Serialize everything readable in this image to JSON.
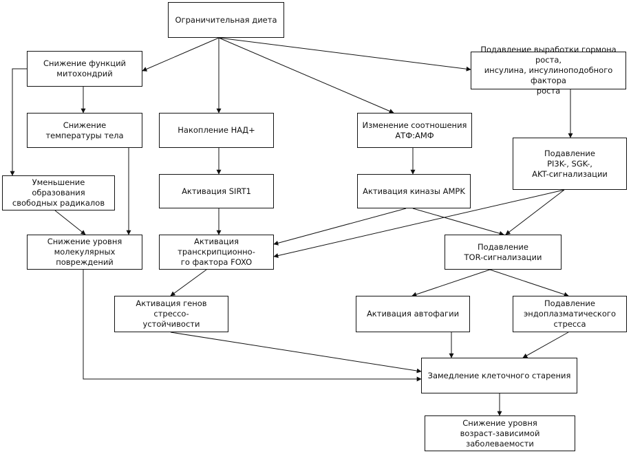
{
  "nodes": {
    "diet": "Ограничительная диета",
    "mito": "Снижение функций\nмитохондрий",
    "gh": "Подавление выработки гормона роста,\nинсулина, инсулиноподобного фактора\nроста",
    "temp": "Снижение\nтемпературы тела",
    "nad": "Накопление НАД+",
    "atp": "Изменение соотношения\nАТФ:АМФ",
    "pi3k": "Подавление\nPI3K-, SGK-,\nAKT-сигнализации",
    "radicals": "Уменьшение образования\nсвободных радикалов",
    "sirt1": "Активация SIRT1",
    "ampk": "Активация киназы AMPK",
    "damage": "Снижение уровня\nмолекулярных повреждений",
    "foxo": "Активация транскрипционно-\nго фактора FOXO",
    "tor": "Подавление\nTOR-сигнализации",
    "stress_genes": "Активация генов стрессо-\nустойчивости",
    "autophagy": "Активация автофагии",
    "er_stress": "Подавление\nэндоплазматического стресса",
    "aging": "Замедление клеточного старения",
    "morbidity": "Снижение уровня\nвозраст-зависимой заболеваемости"
  },
  "colors": {
    "line": "#111111",
    "box_border": "#111111"
  }
}
